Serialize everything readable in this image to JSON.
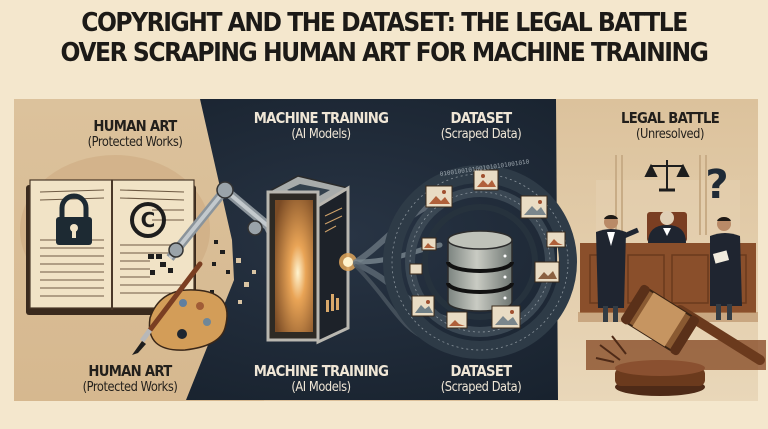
{
  "title": {
    "line1": "COPYRIGHT AND THE DATASET: THE LEGAL BATTLE",
    "line2": "OVER SCRAPING HUMAN ART FOR MACHINE TRAINING"
  },
  "sections": [
    {
      "id": "human-art",
      "heading": "HUMAN ART",
      "subheading": "(Protected Works)",
      "icons": [
        "open-book-icon",
        "lock-icon",
        "copyright-icon",
        "paintbrush-icon",
        "palette-icon"
      ]
    },
    {
      "id": "machine-training",
      "heading": "MACHINE TRAINING",
      "subheading": "(AI Models)",
      "icons": [
        "robot-arm-icon",
        "server-tower-icon",
        "pixel-fragments-icon"
      ]
    },
    {
      "id": "dataset",
      "heading": "DATASET",
      "subheading": "(Scraped Data)",
      "icons": [
        "database-icon",
        "image-thumbnail-icon",
        "binary-ring-icon"
      ]
    },
    {
      "id": "legal-battle",
      "heading": "LEGAL BATTLE",
      "subheading": "(Unresolved)",
      "icons": [
        "scales-of-justice-icon",
        "question-mark-icon",
        "courtroom-icon",
        "judge-icon",
        "lawyer-icon",
        "gavel-icon"
      ]
    }
  ],
  "bottom_labels": [
    {
      "heading": "HUMAN ART",
      "subheading": "(Protected Works)"
    },
    {
      "heading": "MACHINE TRAINING",
      "subheading": "(AI Models)"
    },
    {
      "heading": "DATASET",
      "subheading": "(Scraped Data)"
    }
  ],
  "decor": {
    "question_mark": "?",
    "binary_text": "0100100101001010101001010",
    "copyright_symbol": "©"
  },
  "colors": {
    "background": "#f4e7cd",
    "panel_tan": "#dcc09a",
    "panel_dark": "#17212d",
    "text_dark": "#221f1b",
    "text_light": "#efe6d6",
    "wood_brown": "#6b3f25",
    "accent_orange": "#e9a456"
  }
}
